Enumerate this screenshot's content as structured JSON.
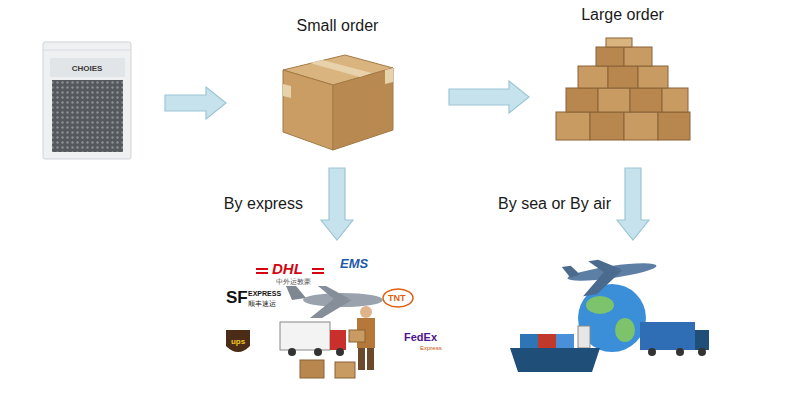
{
  "diagram": {
    "nodes": [
      {
        "text": [
          "CHOIES"
        ]
      },
      {
        "text": [
          "Small order"
        ]
      },
      {
        "text": [
          "Large order"
        ]
      },
      {
        "text": [
          "DHL",
          "中外运敦豪",
          "EMS",
          "SF",
          "EXPRESS",
          "顺丰速运",
          "TNT",
          "ups",
          "FedEx",
          "Express"
        ]
      },
      {
        "text": []
      }
    ],
    "edges": [
      {
        "from": 0,
        "to": 1,
        "arrow": "to"
      },
      {
        "from": 1,
        "to": 2,
        "arrow": "to"
      },
      {
        "from": 1,
        "to": 3,
        "arrow": "to",
        "label": "By express"
      },
      {
        "from": 2,
        "to": 4,
        "arrow": "to",
        "label": "By sea or By air"
      }
    ]
  }
}
